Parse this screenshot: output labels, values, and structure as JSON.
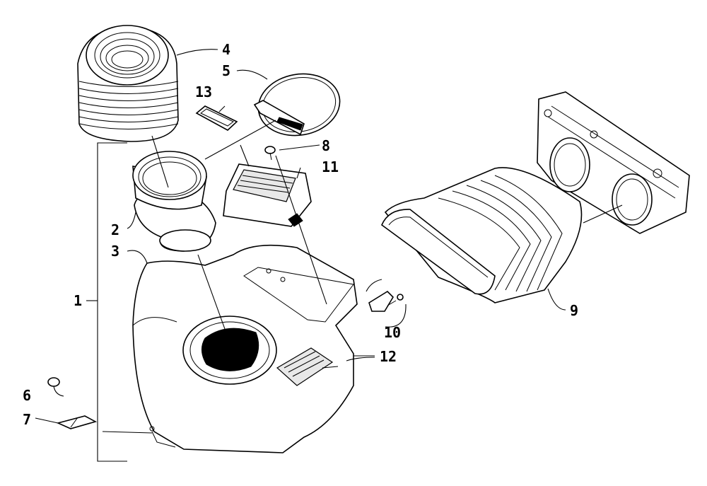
{
  "callouts": [
    {
      "id": "1",
      "text": "1"
    },
    {
      "id": "2",
      "text": "2"
    },
    {
      "id": "3",
      "text": "3"
    },
    {
      "id": "4",
      "text": "4"
    },
    {
      "id": "5",
      "text": "5"
    },
    {
      "id": "6",
      "text": "6"
    },
    {
      "id": "7",
      "text": "7"
    },
    {
      "id": "8",
      "text": "8"
    },
    {
      "id": "9",
      "text": "9"
    },
    {
      "id": "10",
      "text": "10"
    },
    {
      "id": "11",
      "text": "11"
    },
    {
      "id": "12",
      "text": "12"
    },
    {
      "id": "13",
      "text": "13"
    }
  ],
  "colors": {
    "line": "#000000",
    "background": "#ffffff"
  }
}
